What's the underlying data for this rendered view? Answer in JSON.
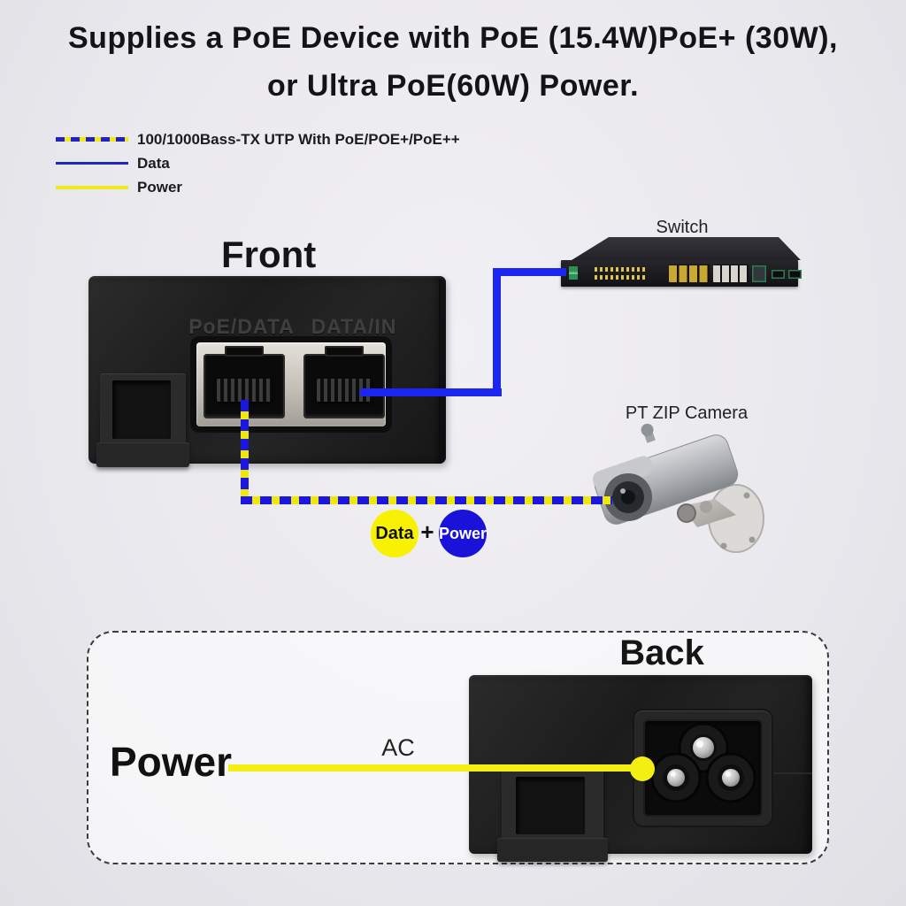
{
  "title": {
    "line1": "Supplies a PoE Device with PoE (15.4W)PoE+ (30W),",
    "line2": "or Ultra PoE(60W) Power."
  },
  "legend": {
    "items": [
      {
        "label": "100/1000Bass-TX UTP With PoE/POE+/PoE++",
        "style": "dashed-blue-yellow"
      },
      {
        "label": "Data",
        "style": "solid-blue"
      },
      {
        "label": "Power",
        "style": "solid-yellow"
      }
    ]
  },
  "front": {
    "label": "Front",
    "ports": [
      {
        "label": "PoE/DATA"
      },
      {
        "label": "DATA/IN"
      }
    ]
  },
  "switch": {
    "label": "Switch"
  },
  "camera": {
    "label": "PT ZIP Camera"
  },
  "badges": {
    "data": "Data",
    "plus": "+",
    "power": "Power"
  },
  "back": {
    "label": "Back",
    "power_label": "Power",
    "ac_label": "AC"
  },
  "colors": {
    "data_line_blue": "#1b27f0",
    "power_line_yellow": "#f4ef12",
    "utp_dash_blue": "#1c17e0",
    "utp_dash_yellow": "#efe70a",
    "badge_power_blue": "#1a12d8",
    "badge_data_yellow": "#f8f202",
    "background": "#eae9ee"
  }
}
